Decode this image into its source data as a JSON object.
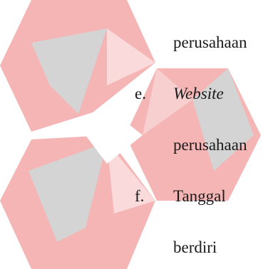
{
  "document": {
    "lines": [
      {
        "text": "perusahaan"
      },
      {
        "marker": "e.",
        "text": "Website"
      },
      {
        "text": "perusahaan"
      },
      {
        "marker": "f.",
        "text": "Tanggal"
      },
      {
        "text": "berdiri"
      }
    ]
  },
  "colors": {
    "watermark_red": "#f5b5b5",
    "watermark_gray": "#d4d4d4",
    "text": "#1a1a1a"
  }
}
